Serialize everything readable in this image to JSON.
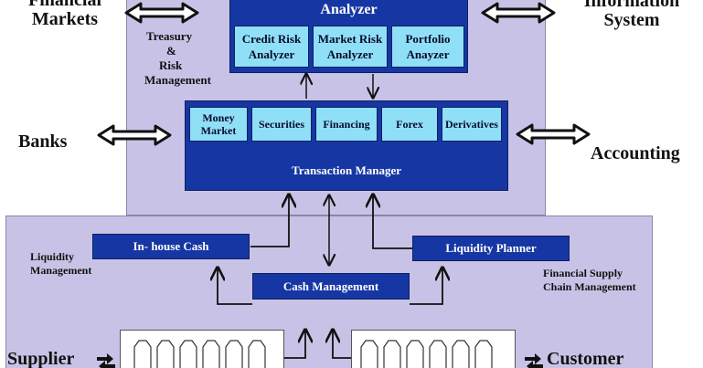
{
  "analyzer": {
    "title": "Analyzer",
    "modules": [
      {
        "line1": "Credit Risk",
        "line2": "Analyzer"
      },
      {
        "line1": "Market Risk",
        "line2": "Analyzer"
      },
      {
        "line1": "Portfolio",
        "line2": "Anayzer"
      }
    ]
  },
  "transaction_manager": {
    "title": "Transaction Manager",
    "modules": [
      {
        "line1": "Money",
        "line2": "Market"
      },
      {
        "line1": "Securities",
        "line2": ""
      },
      {
        "line1": "Financing",
        "line2": ""
      },
      {
        "line1": "Forex",
        "line2": ""
      },
      {
        "line1": "Derivatives",
        "line2": ""
      }
    ]
  },
  "treasury": {
    "line1": "Treasury",
    "line2": "&",
    "line3": "Risk",
    "line4": "Management"
  },
  "external": {
    "financial_markets": {
      "line1": "Financial",
      "line2": "Markets"
    },
    "information_system": {
      "line1": "Information",
      "line2": "System"
    },
    "banks": "Banks",
    "accounting": "Accounting",
    "supplier": "Supplier",
    "customer": "Customer"
  },
  "liquidity_management": {
    "line1": "Liquidity",
    "line2": "Management"
  },
  "financial_supply_chain": {
    "line1": "Financial Supply",
    "line2": "Chain Management"
  },
  "inhouse_cash": "In- house Cash",
  "liquidity_planner": "Liquidity Planner",
  "cash_management": "Cash Management",
  "colors": {
    "panel": "#c8c3e6",
    "navy": "#1637a3",
    "cyan": "#8fe0f7"
  }
}
